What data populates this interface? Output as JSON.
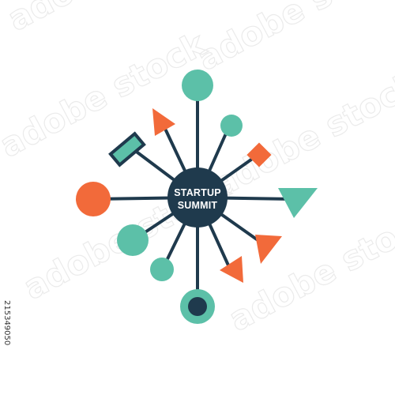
{
  "logo": {
    "line1": "STARTUP",
    "line2": "SUMMIT"
  },
  "watermark": {
    "text": "adobe stock"
  },
  "stock_id": "215349050",
  "colors": {
    "navy": "#1f3a4d",
    "teal": "#5cc0a8",
    "orange": "#f26a3a",
    "background": "#ffffff"
  },
  "icons": [
    "circle-node-icon",
    "triangle-node-icon",
    "square-node-icon",
    "hammer-node-icon",
    "arrow-node-icon",
    "ring-node-icon"
  ]
}
